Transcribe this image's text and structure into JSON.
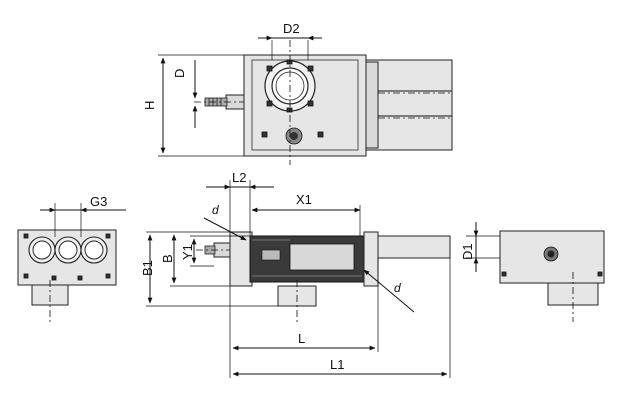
{
  "labels": {
    "D2": "D2",
    "D": "D",
    "H": "H",
    "L2": "L2",
    "X1": "X1",
    "G3": "G3",
    "B1": "B1",
    "B": "B",
    "Y1": "Y1",
    "D1": "D1",
    "L": "L",
    "L1": "L1",
    "d_left": "d",
    "d_right": "d"
  }
}
